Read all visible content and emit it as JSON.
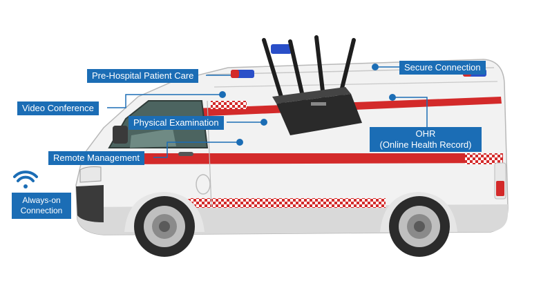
{
  "labels": {
    "pre_hospital": "Pre-Hospital Patient Care",
    "secure_connection": "Secure Connection",
    "video_conference": "Video Conference",
    "physical_examination": "Physical Examination",
    "ohr_line1": "OHR",
    "ohr_line2": "(Online Health Record)",
    "remote_management": "Remote Management",
    "always_on_line1": "Always-on",
    "always_on_line2": "Connection"
  },
  "colors": {
    "callout": "#1b6db5",
    "stripe": "#d32a2a",
    "van_body": "#f2f2f2",
    "router": "#2a2a2a"
  }
}
